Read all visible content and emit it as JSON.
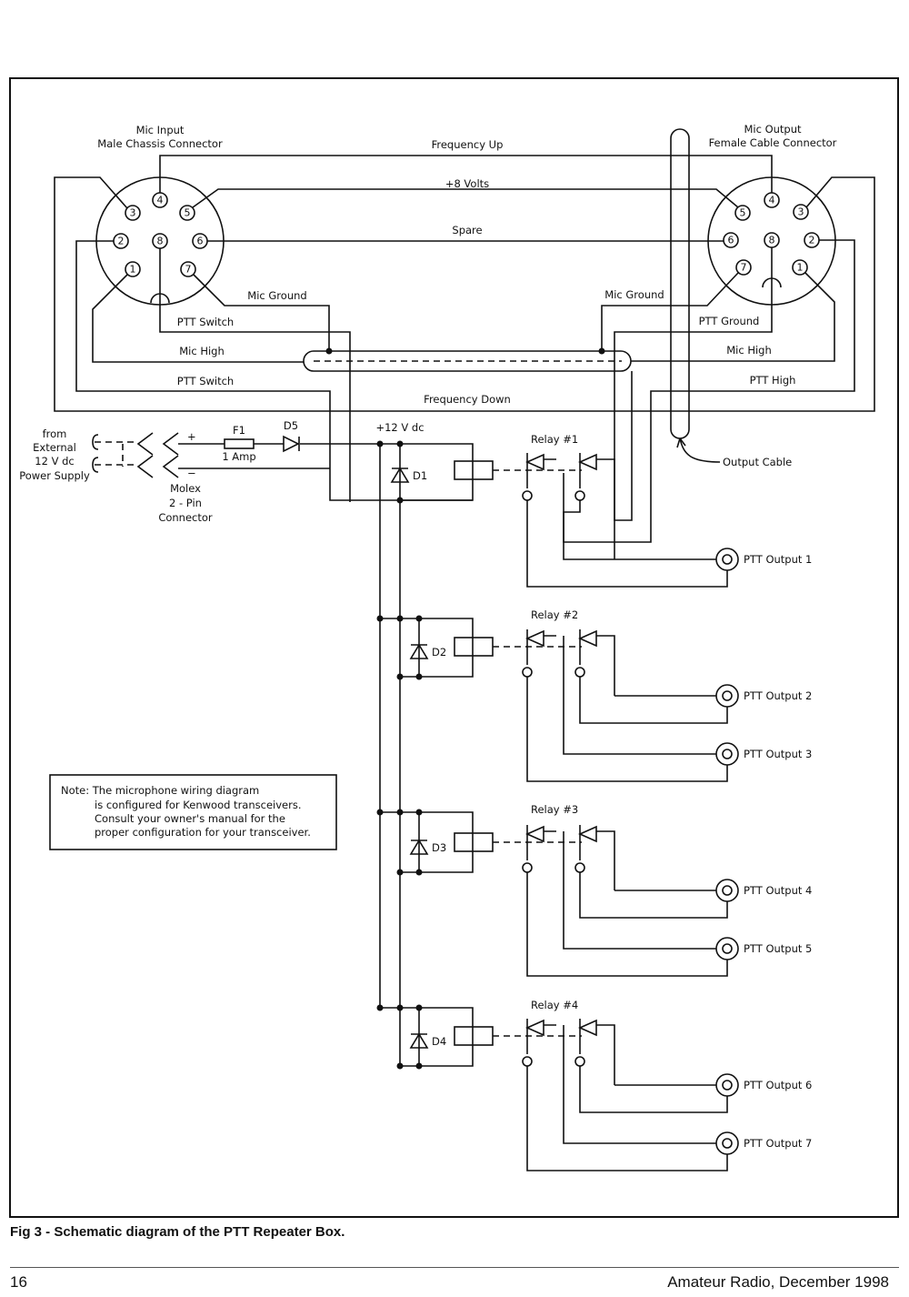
{
  "diagram": {
    "mic_input_label_1": "Mic Input",
    "mic_input_label_2": "Male Chassis Connector",
    "mic_output_label_1": "Mic Output",
    "mic_output_label_2": "Female Cable Connector",
    "pins": [
      "1",
      "2",
      "3",
      "4",
      "5",
      "6",
      "7",
      "8"
    ],
    "wires": {
      "frequency_up": "Frequency Up",
      "plus8": "+8 Volts",
      "spare": "Spare",
      "mic_ground_left": "Mic Ground",
      "mic_ground_right": "Mic Ground",
      "ptt_switch_1": "PTT Switch",
      "ptt_ground": "PTT Ground",
      "mic_high_left": "Mic High",
      "mic_high_right": "Mic High",
      "ptt_switch_2": "PTT Switch",
      "ptt_high": "PTT High",
      "frequency_down": "Frequency Down"
    },
    "output_cable": "Output Cable",
    "power": {
      "from_1": "from",
      "from_2": "External",
      "from_3": "12 V dc",
      "from_4": "Power Supply",
      "plus": "+",
      "minus": "−",
      "fuse": "F1",
      "fuse_rating": "1 Amp",
      "d5": "D5",
      "rail": "+12 V dc",
      "molex_1": "Molex",
      "molex_2": "2 - Pin",
      "molex_3": "Connector"
    },
    "diodes": [
      "D1",
      "D2",
      "D3",
      "D4"
    ],
    "relays": [
      "Relay #1",
      "Relay #2",
      "Relay #3",
      "Relay #4"
    ],
    "outputs": [
      "PTT Output 1",
      "PTT Output 2",
      "PTT Output 3",
      "PTT Output 4",
      "PTT Output 5",
      "PTT Output 6",
      "PTT Output 7"
    ],
    "note_1": "Note: The microphone wiring diagram",
    "note_2": "is configured for Kenwood transceivers.",
    "note_3": "Consult your owner's manual for the",
    "note_4": "proper configuration for your transceiver."
  },
  "caption": "Fig 3 - Schematic diagram of the PTT Repeater Box.",
  "footer": {
    "page_number": "16",
    "magazine": "Amateur Radio, December 1998"
  }
}
